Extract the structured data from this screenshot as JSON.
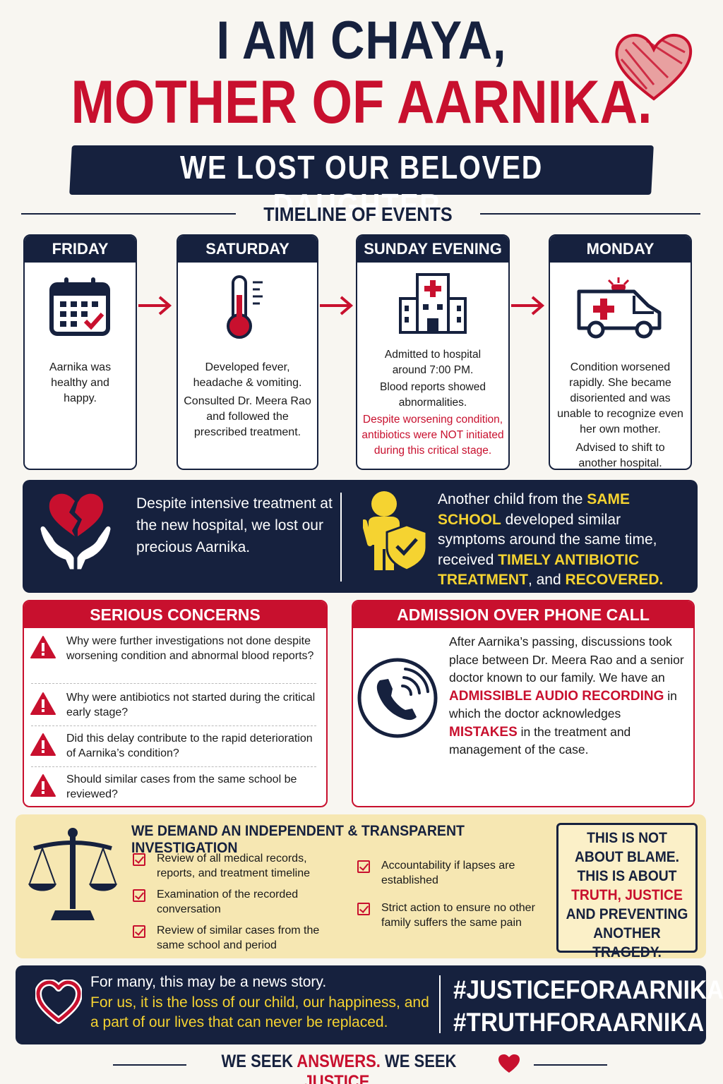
{
  "header": {
    "line1": "I AM CHAYA,",
    "line2": "MOTHER OF AARNIKA.",
    "banner": "WE LOST OUR BELOVED DAUGHTER."
  },
  "timeline": {
    "title": "TIMELINE OF EVENTS",
    "cards": [
      {
        "day": "FRIDAY",
        "icon": "calendar-check-icon",
        "text": [
          "Aarnika was healthy and happy."
        ],
        "alert": []
      },
      {
        "day": "SATURDAY",
        "icon": "thermometer-icon",
        "text": [
          "Developed fever, headache & vomiting.",
          "Consulted Dr. Meera Rao and followed the prescribed treatment."
        ],
        "alert": []
      },
      {
        "day": "SUNDAY EVENING",
        "icon": "hospital-icon",
        "text": [
          "Admitted to hospital around 7:00 PM.",
          "Blood reports showed abnormalities."
        ],
        "alert": [
          "Despite worsening condition, antibiotics were NOT initiated during this critical stage."
        ]
      },
      {
        "day": "MONDAY",
        "icon": "ambulance-icon",
        "text": [
          "Condition worsened rapidly. She became disoriented and was unable to recognize even her own mother.",
          "Advised to shift to another hospital."
        ],
        "alert": []
      }
    ]
  },
  "band": {
    "left": "Despite intensive treatment at the new hospital, we lost our precious Aarnika.",
    "right_1": "Another child from the ",
    "right_hl1": "SAME SCHOOL",
    "right_2": " developed similar symptoms around the same time, received ",
    "right_hl2": "TIMELY ANTIBIOTIC TREATMENT",
    "right_3": ", and ",
    "right_hl3": "RECOVERED",
    "right_4": "."
  },
  "concerns": {
    "title": "SERIOUS CONCERNS",
    "items": [
      "Why were further investigations not done despite worsening condition and abnormal blood reports?",
      "Why were antibiotics not started during the critical early stage?",
      "Did this delay contribute to the rapid deterioration of Aarnika’s condition?",
      "Should similar cases from the same school be reviewed?"
    ]
  },
  "admission": {
    "title": "ADMISSION OVER PHONE CALL",
    "t1": "After Aarnika’s passing, discussions took place between Dr. Meera Rao and a senior doctor known to our family. We have an ",
    "hl1": "ADMISSIBLE AUDIO RECORDING",
    "t2": " in which the doctor acknowledges ",
    "hl2": "MISTAKES",
    "t3": " in the treatment and management of the case."
  },
  "demand": {
    "title": "WE DEMAND AN INDEPENDENT & TRANSPARENT INVESTIGATION",
    "col1": [
      "Review of all medical records, reports, and treatment timeline",
      "Examination of the recorded conversation",
      "Review of similar cases from the same school and period"
    ],
    "col2": [
      "Accountability if lapses are established",
      "Strict action to ensure no other family suffers the same pain"
    ],
    "box_1": "THIS IS NOT ABOUT BLAME. THIS IS ABOUT",
    "box_hl": "TRUTH, JUSTICE",
    "box_2": "AND PREVENTING ANOTHER TRAGEDY."
  },
  "footer": {
    "line1": "For many, this may be a news story.",
    "line2": "For us, it is the loss of our child, our happiness, and a part of our lives that can never be replaced.",
    "tag1": "#JUSTICEFORAARNIKA",
    "tag2": "#TRUTHFORAARNIKA"
  },
  "closing": {
    "w1": "WE SEEK ",
    "hl1": "ANSWERS.",
    "w2": " WE SEEK ",
    "hl2": "JUSTICE."
  },
  "colors": {
    "navy": "#16213e",
    "red": "#c8102e",
    "yellow": "#f5d331",
    "cream": "#f6e7b2"
  }
}
